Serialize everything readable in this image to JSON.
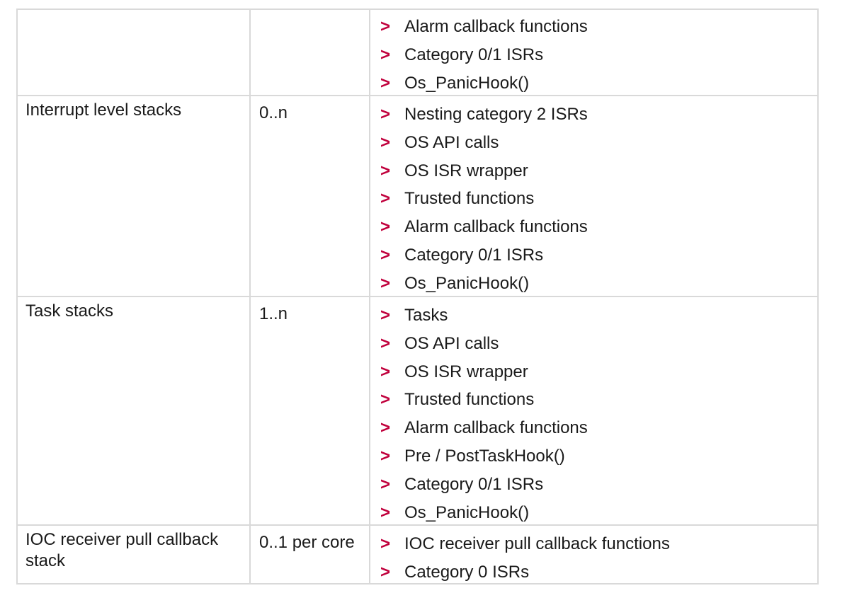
{
  "rows": [
    {
      "name": "",
      "count": "",
      "items": [
        "Alarm callback functions",
        "Category 0/1 ISRs",
        "Os_PanicHook()"
      ]
    },
    {
      "name": "Interrupt level stacks",
      "count": "0..n",
      "items": [
        "Nesting category 2 ISRs",
        "OS API calls",
        "OS ISR wrapper",
        "Trusted functions",
        "Alarm callback functions",
        "Category 0/1 ISRs",
        "Os_PanicHook()"
      ]
    },
    {
      "name": "Task stacks",
      "count": "1..n",
      "items": [
        "Tasks",
        "OS API calls",
        "OS ISR wrapper",
        "Trusted functions",
        "Alarm callback functions",
        "Pre / PostTaskHook()",
        "Category 0/1 ISRs",
        "Os_PanicHook()"
      ]
    },
    {
      "name": "IOC receiver pull callback stack",
      "count": "0..1 per core",
      "items": [
        "IOC receiver pull callback functions",
        "Category 0 ISRs"
      ]
    }
  ],
  "bullet_symbol": ">",
  "colors": {
    "bullet": "#c0003c",
    "grid": "#d9d9d9",
    "text": "#1a1a1a"
  }
}
